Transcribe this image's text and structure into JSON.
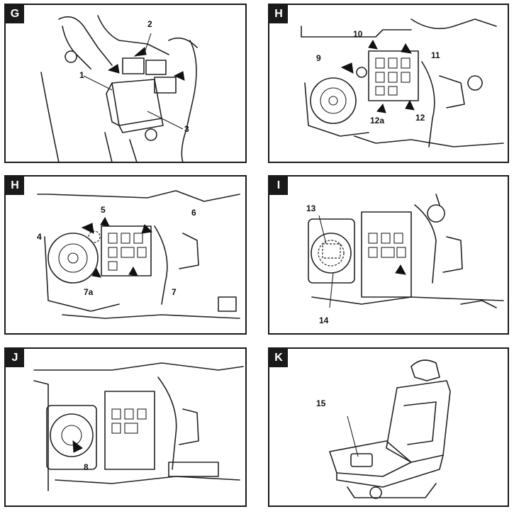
{
  "panels": [
    {
      "letter": "G",
      "callouts": [
        "1",
        "2",
        "3"
      ]
    },
    {
      "letter": "H",
      "callouts": [
        "9",
        "10",
        "11",
        "12a",
        "12"
      ]
    },
    {
      "letter": "H",
      "callouts": [
        "4",
        "5",
        "6",
        "7a",
        "7"
      ]
    },
    {
      "letter": "I",
      "callouts": [
        "13",
        "14"
      ]
    },
    {
      "letter": "J",
      "callouts": [
        "8"
      ]
    },
    {
      "letter": "K",
      "callouts": [
        "15"
      ]
    }
  ]
}
